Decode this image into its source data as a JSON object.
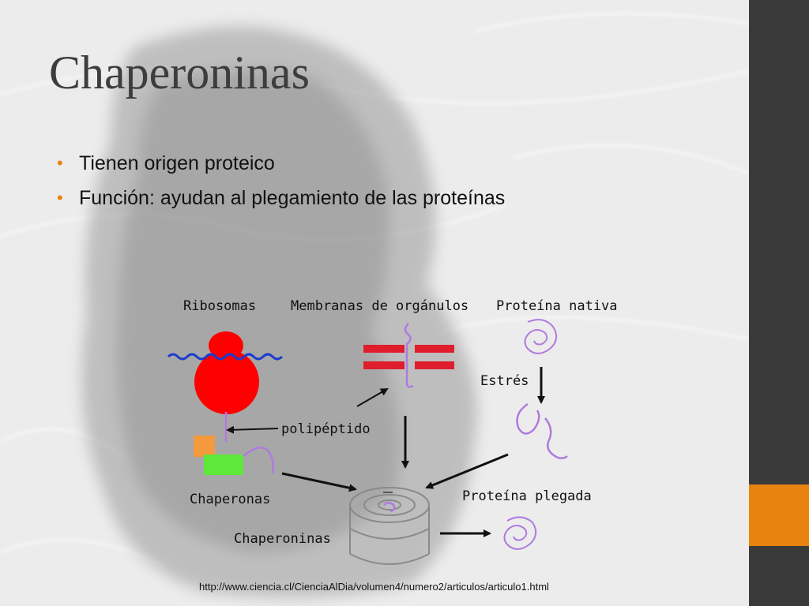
{
  "slide": {
    "title": "Chaperoninas",
    "bullets": [
      "Tienen origen proteico",
      "Función: ayudan al plegamiento de las proteínas"
    ],
    "bullet_glyph": "•",
    "source": "http://www.ciencia.cl/CienciaAlDia/volumen4/numero2/articulos/articulo1.html"
  },
  "diagram": {
    "labels": {
      "ribosomas": "Ribosomas",
      "membranas": "Membranas de orgánulos",
      "proteina_nativa": "Proteína nativa",
      "estres": "Estrés",
      "polipeptido": "polipéptido",
      "chaperonas": "Chaperonas",
      "proteina_plegada": "Proteína plegada",
      "chaperoninas": "Chaperoninas"
    }
  },
  "colors": {
    "title": "#3d3d3d",
    "accent": "#e8830f",
    "bullet": "#e8830f",
    "sidebar": "#3a3a3a",
    "ribosome": "#ff0000",
    "mrna": "#1a3ccf",
    "protein": "#b07adf",
    "chaperone_orange": "#f59a3c",
    "chaperone_green": "#5ee83a",
    "arrow": "#111111",
    "chaperonin": "#8a8a8a"
  }
}
